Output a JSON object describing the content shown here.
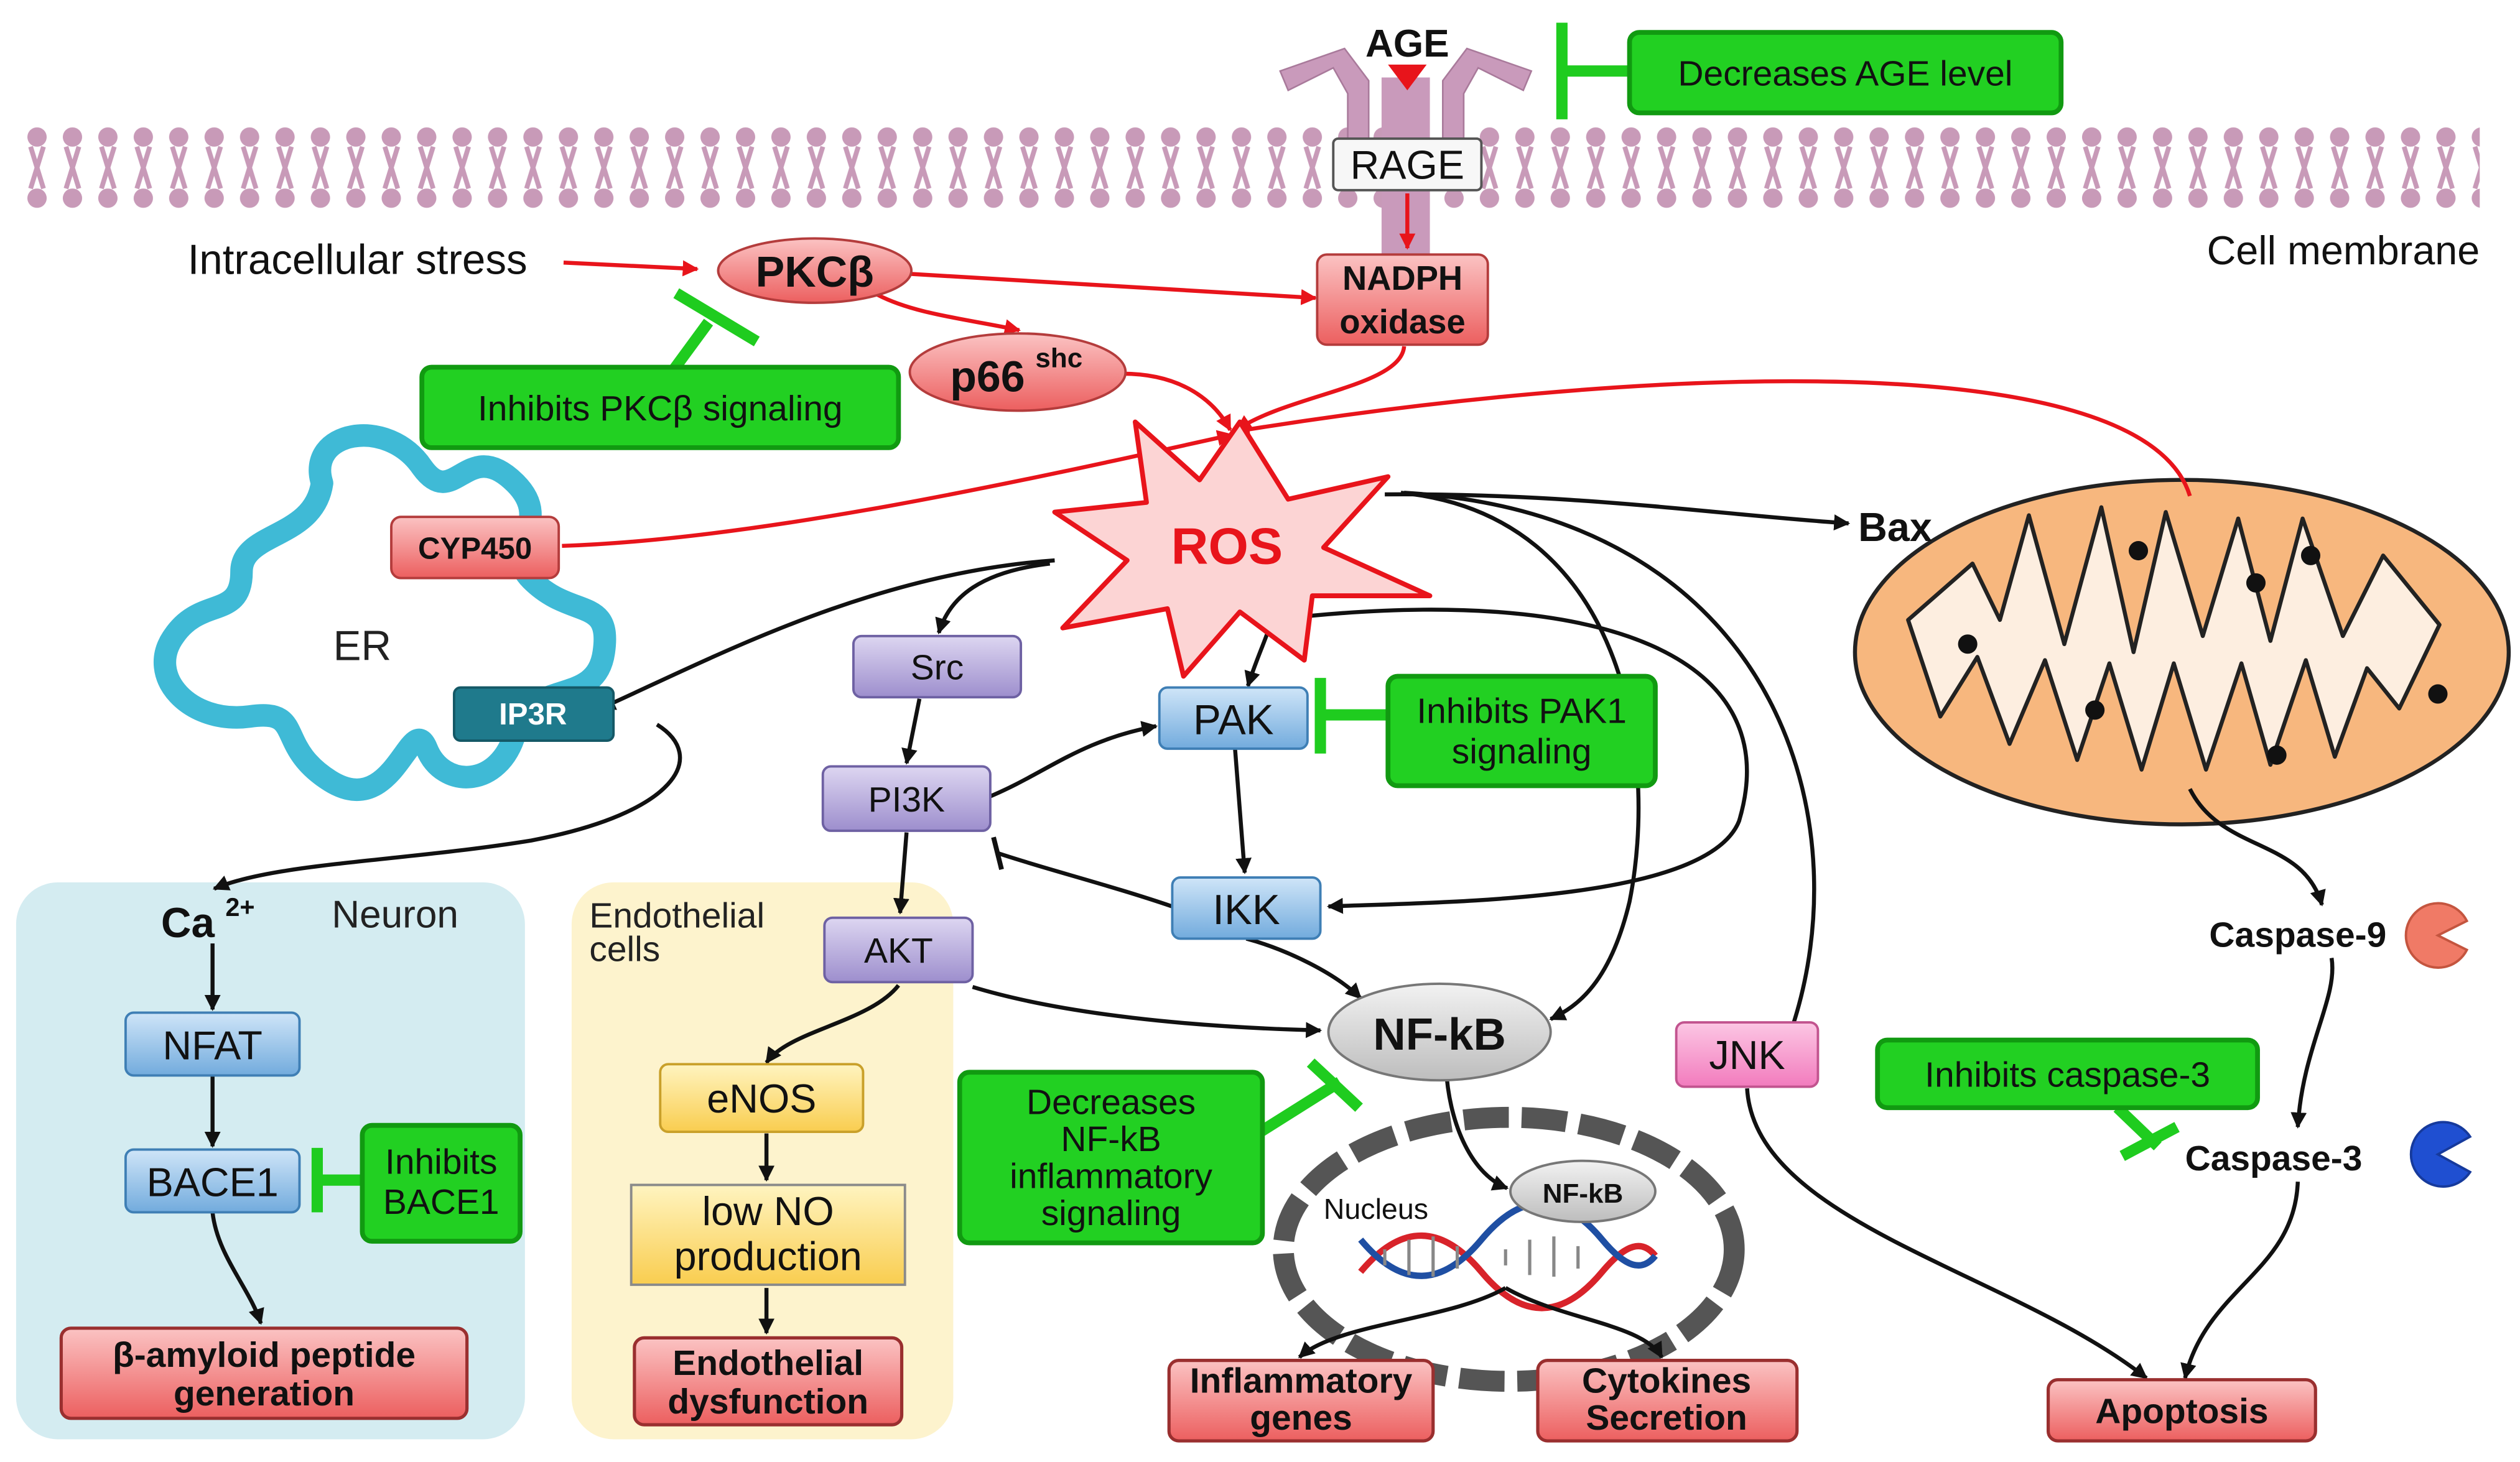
{
  "membrane": {
    "age": "AGE",
    "rage": "RAGE",
    "cell_membrane": "Cell membrane"
  },
  "inputs": {
    "intracellular_stress": "Intracellular stress"
  },
  "nodes": {
    "pkcb": "PKCβ",
    "p66_base": "p66",
    "p66_sup": "shc",
    "nadph_line1": "NADPH",
    "nadph_line2": "oxidase",
    "ros": "ROS",
    "bax": "Bax",
    "cyp450": "CYP450",
    "er": "ER",
    "ip3r": "IP3R",
    "src": "Src",
    "pi3k": "PI3K",
    "pak": "PAK",
    "ikk": "IKK",
    "akt": "AKT",
    "nfkb": "NF-kB",
    "nfkb_small": "NF-kB",
    "nucleus": "Nucleus",
    "jnk": "JNK",
    "caspase9": "Caspase-9",
    "caspase3": "Caspase-3",
    "ca_base": "Ca",
    "ca_sup": "2+",
    "nfat": "NFAT",
    "bace1": "BACE1",
    "enos": "eNOS",
    "lowno_line1": "low NO",
    "lowno_line2": "production"
  },
  "regions": {
    "neuron": "Neuron",
    "endothelial_line1": "Endothelial",
    "endothelial_line2": "cells"
  },
  "outcomes": {
    "amyloid_line1": "β-amyloid peptide",
    "amyloid_line2": "generation",
    "endo_line1": "Endothelial",
    "endo_line2": "dysfunction",
    "inflam_line1": "Inflammatory",
    "inflam_line2": "genes",
    "cyto_line1": "Cytokines",
    "cyto_line2": "Secretion",
    "apoptosis": "Apoptosis"
  },
  "inhibitors": {
    "age_level": "Decreases AGE level",
    "pkcb_signaling": "Inhibits PKCβ signaling",
    "pak_line1": "Inhibits PAK1",
    "pak_line2": "signaling",
    "bace_line1": "Inhibits",
    "bace_line2": "BACE1",
    "nfkb_line1": "Decreases",
    "nfkb_line2": "NF-kB",
    "nfkb_line3": "inflammatory",
    "nfkb_line4": "signaling",
    "casp3": "Inhibits caspase-3"
  },
  "colors": {
    "membrane": "#c89ab8",
    "activation_red": "#e8141b",
    "arrow_black": "#111111",
    "inhibitor_green": "#1fcc1f",
    "inhibitor_border": "#119a11",
    "node_red": "#f07070",
    "node_blue": "#7bb4e3",
    "node_purple": "#a79ad3",
    "node_yellow": "#fbd463",
    "node_pink": "#f58cc4",
    "node_teal": "#1f7a8c",
    "neuron_bg": "#d4ecf1",
    "endothelial_bg": "#fdf3cd",
    "mito_fill": "#f7b77e",
    "er_color": "#3fbad6"
  }
}
